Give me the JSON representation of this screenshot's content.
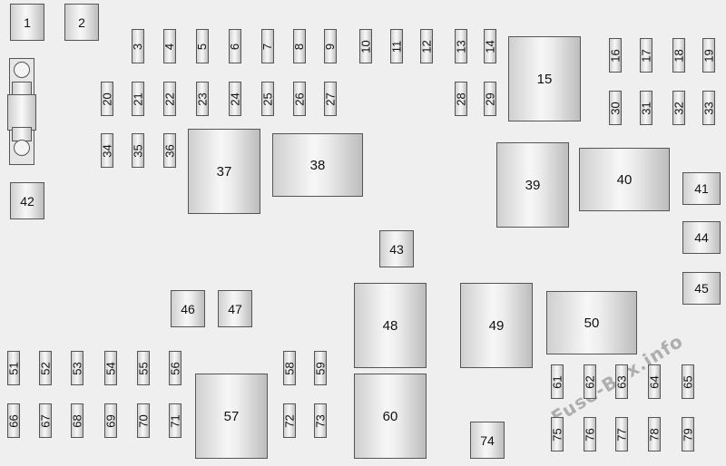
{
  "diagram": {
    "small_fuses": [
      "3",
      "4",
      "5",
      "6",
      "7",
      "8",
      "9",
      "10",
      "11",
      "12",
      "13",
      "14",
      "16",
      "17",
      "18",
      "19",
      "20",
      "21",
      "22",
      "23",
      "24",
      "25",
      "26",
      "27",
      "28",
      "29",
      "30",
      "31",
      "32",
      "33",
      "34",
      "35",
      "36",
      "51",
      "52",
      "53",
      "54",
      "55",
      "56",
      "58",
      "59",
      "61",
      "62",
      "63",
      "64",
      "65",
      "66",
      "67",
      "68",
      "69",
      "70",
      "71",
      "72",
      "73",
      "75",
      "76",
      "77",
      "78",
      "79"
    ],
    "square_blocks": [
      "1",
      "2",
      "41",
      "42",
      "43",
      "44",
      "45",
      "46",
      "47",
      "74"
    ],
    "large_relays": [
      "15",
      "37",
      "38",
      "39",
      "40",
      "48",
      "49",
      "50",
      "57",
      "60"
    ],
    "watermark": "Fuse-Box.info"
  }
}
